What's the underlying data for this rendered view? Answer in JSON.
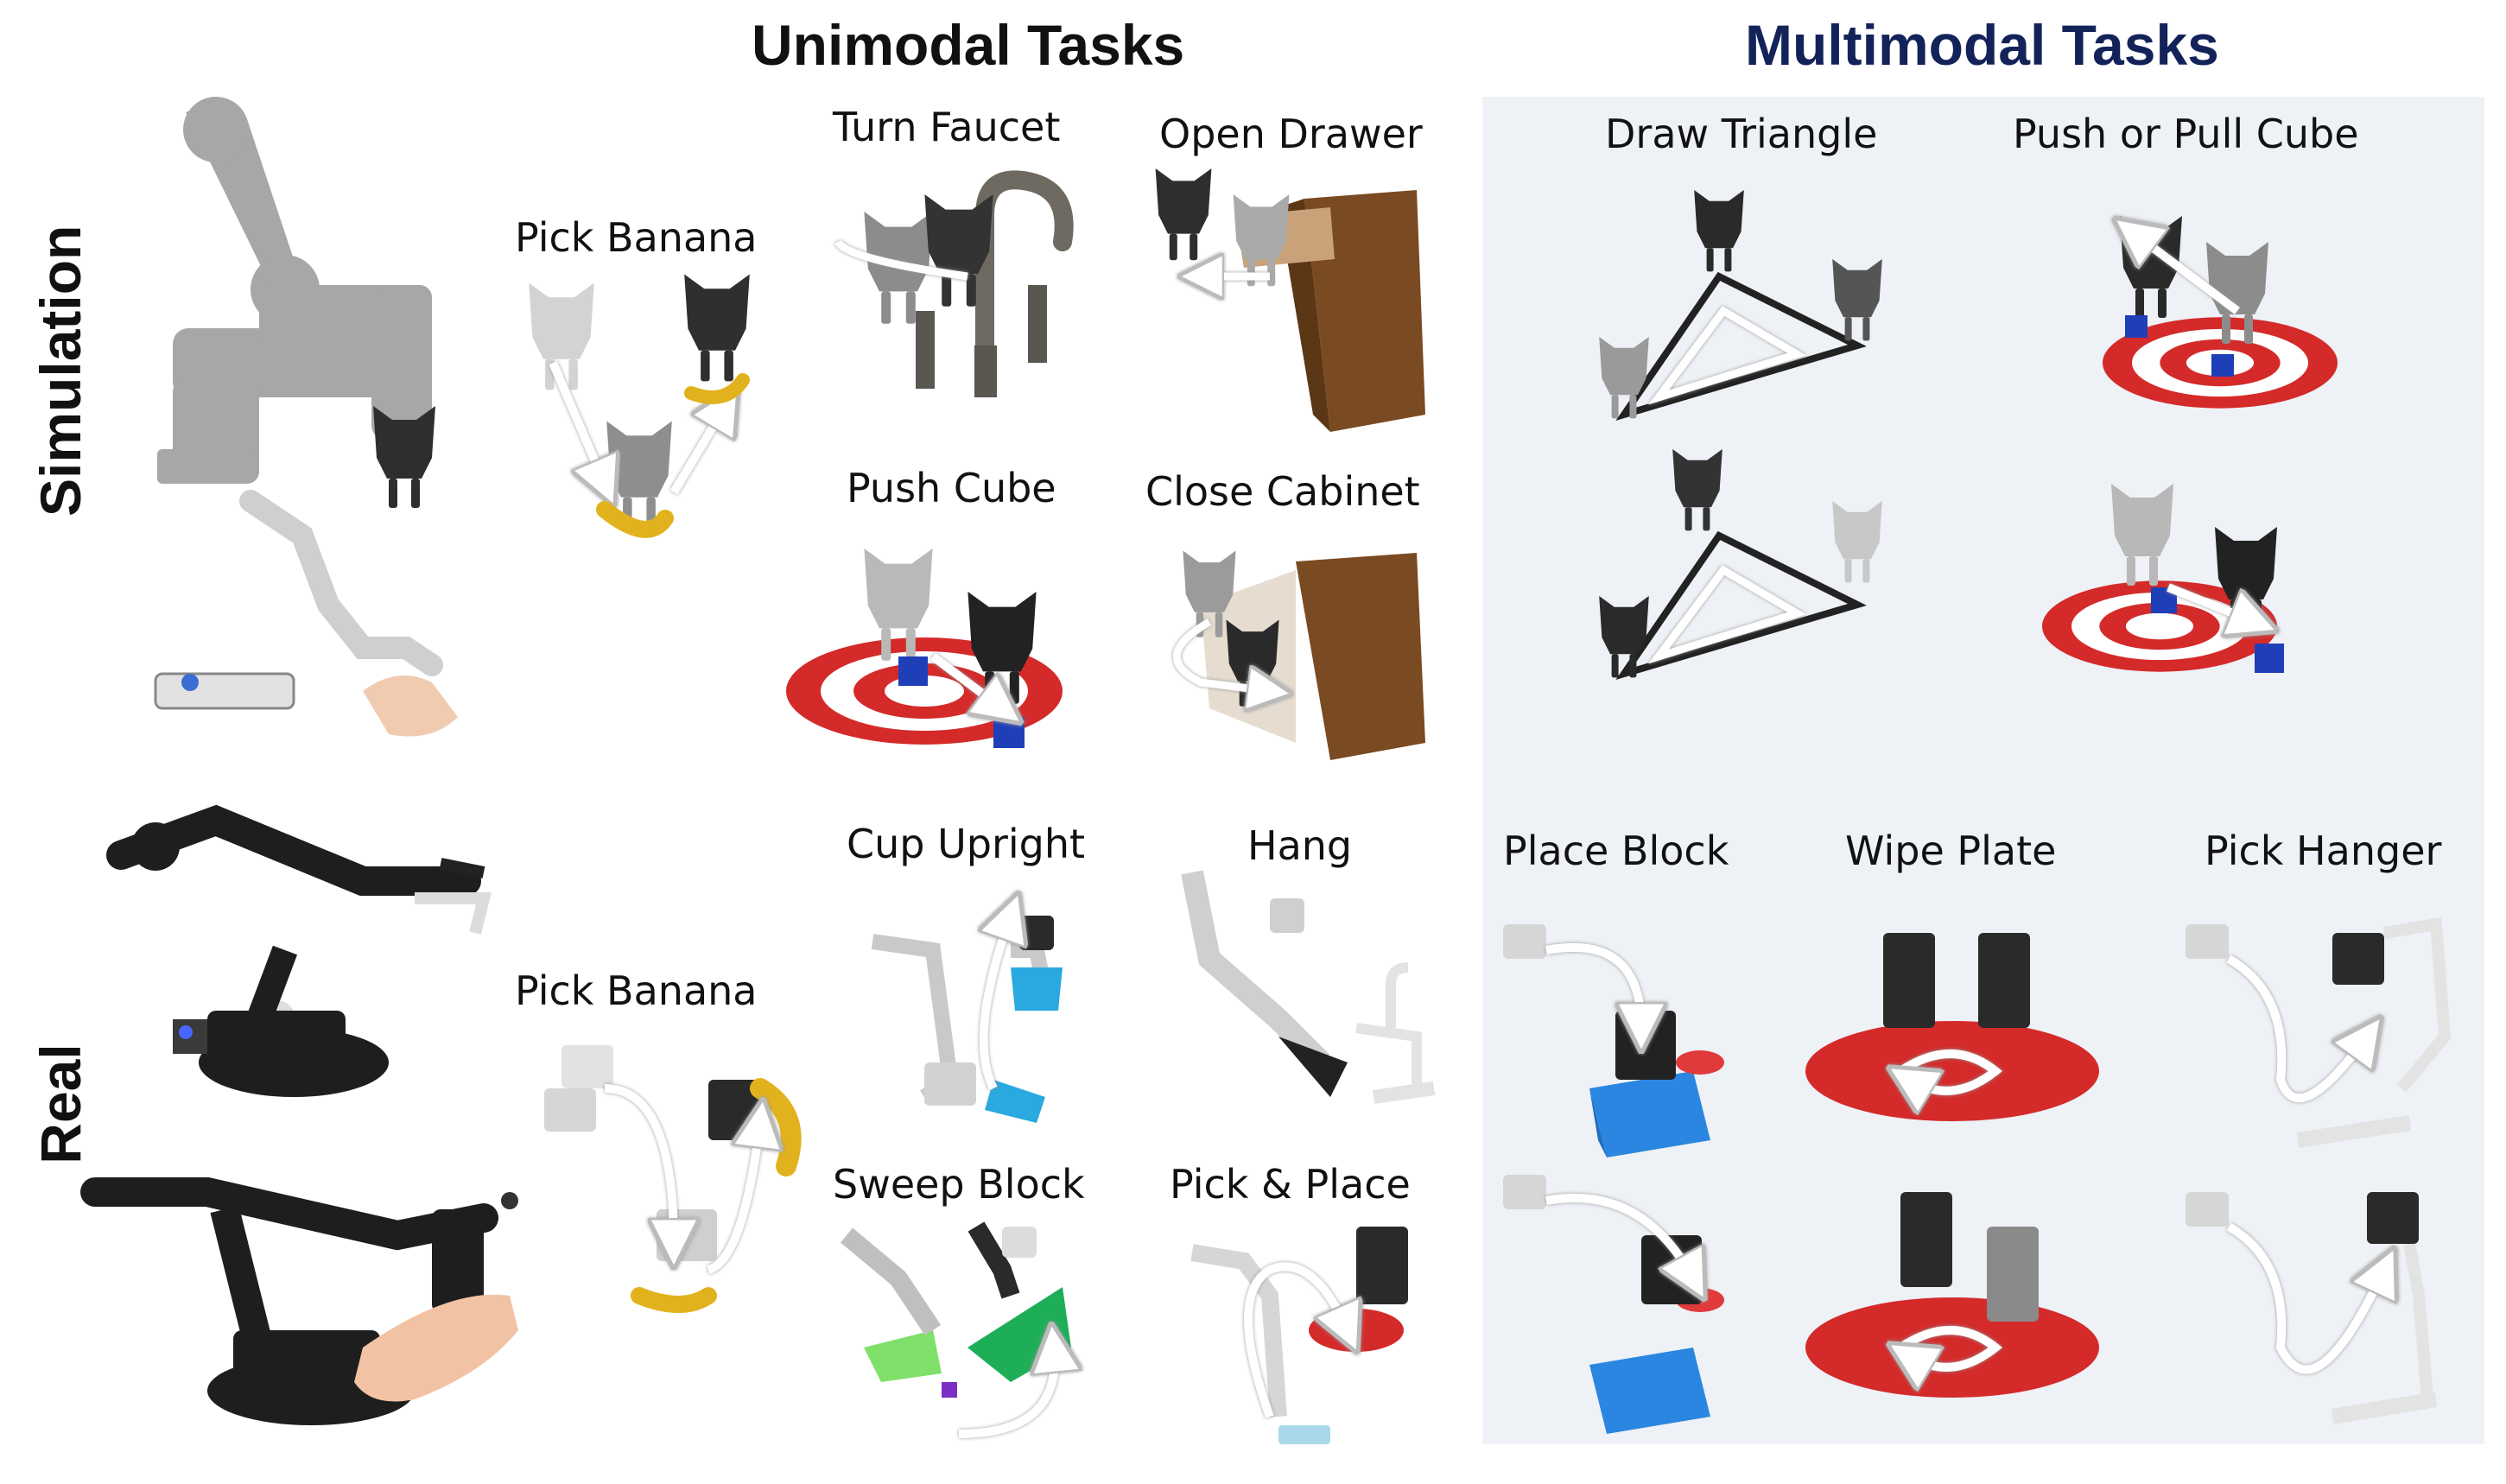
{
  "headers": {
    "unimodal": "Unimodal Tasks",
    "multimodal": "Multimodal Tasks"
  },
  "rows": {
    "simulation": "Simulation",
    "real": "Real"
  },
  "tasks": {
    "sim_pick_banana": "Pick Banana",
    "turn_faucet": "Turn Faucet",
    "open_drawer": "Open Drawer",
    "push_cube": "Push Cube",
    "close_cabinet": "Close Cabinet",
    "draw_triangle": "Draw Triangle",
    "push_or_pull_cube": "Push or Pull Cube",
    "real_pick_banana": "Pick Banana",
    "cup_upright": "Cup Upright",
    "hang": "Hang",
    "sweep_block": "Sweep Block",
    "pick_and_place": "Pick & Place",
    "place_block": "Place Block",
    "wipe_plate": "Wipe Plate",
    "pick_hanger": "Pick Hanger"
  },
  "colors": {
    "multimodal_header": "#13235a",
    "multimodal_panel": "#eef1f6",
    "target_red": "#d42a2a",
    "cube_blue": "#1f3fb8",
    "banana_yellow": "#e2b21e",
    "cabinet_wood": "#7a4a22",
    "bin_blue": "#2a86e0"
  }
}
